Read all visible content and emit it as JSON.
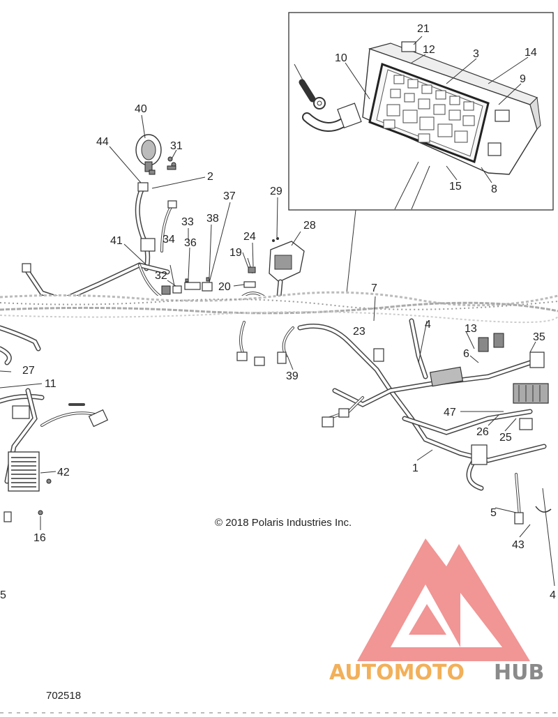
{
  "diagram": {
    "copyright": "© 2018 Polaris Industries Inc.",
    "drawing_number": "702518",
    "watermark": {
      "text_part_1": "AUTOMOTO",
      "text_part_2": "HUB",
      "colors": {
        "triangle": "#f08a8a",
        "text_orange": "#f2b05a",
        "text_gray": "#8a8a8a"
      }
    },
    "callouts": {
      "c21": "21",
      "c12": "12",
      "c3": "3",
      "c14": "14",
      "c10": "10",
      "c9": "9",
      "c15": "15",
      "c8": "8",
      "c40": "40",
      "c44": "44",
      "c31": "31",
      "c2": "2",
      "c37": "37",
      "c29": "29",
      "c33": "33",
      "c38": "38",
      "c28": "28",
      "c24": "24",
      "c41": "41",
      "c34": "34",
      "c36": "36",
      "c19": "19",
      "c32": "32",
      "c20": "20",
      "c7": "7",
      "c23": "23",
      "c4": "4",
      "c13": "13",
      "c35": "35",
      "c6": "6",
      "c39": "39",
      "c27": "27",
      "c11": "11",
      "c47": "47",
      "c26": "26",
      "c25": "25",
      "c1": "1",
      "c42": "42",
      "c16": "16",
      "c5": "5",
      "c43": "43",
      "c5b": "5",
      "c4b": "4"
    }
  }
}
